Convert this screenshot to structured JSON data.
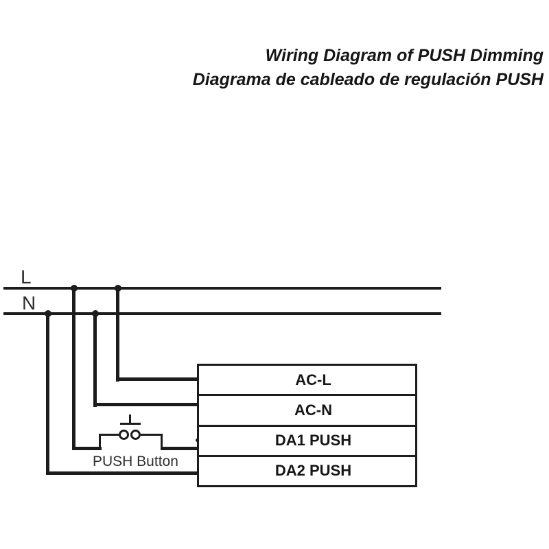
{
  "colors": {
    "wire": "#1c1c1c",
    "text": "#161616",
    "bg": "#ffffff",
    "muted": "#2e2e2e"
  },
  "title": {
    "line1": "Wiring Diagram of PUSH Dimming",
    "line2": "Diagrama de cableado de regulación PUSH"
  },
  "power_lines": {
    "live": "L",
    "neutral": "N"
  },
  "push_button": {
    "label": "PUSH Button"
  },
  "driver_terminals": [
    "AC-L",
    "AC-N",
    "DA1 PUSH",
    "DA2 PUSH"
  ]
}
